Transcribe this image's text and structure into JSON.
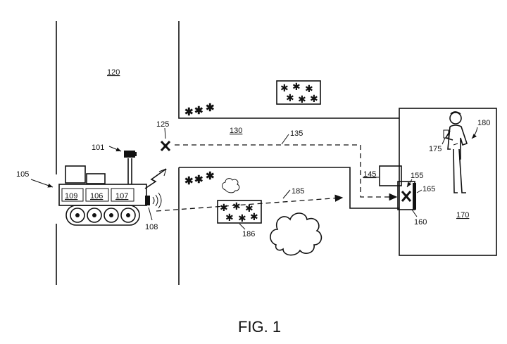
{
  "labels": {
    "vehicle": "101",
    "robot": "105",
    "module_a": "109",
    "module_b": "106",
    "module_c": "107",
    "sensor": "108",
    "region_left": "120",
    "marker_start": "125",
    "path_region": "130",
    "path": "135",
    "building_edge": "145",
    "door_target": "155",
    "door_panel": "165",
    "door_frame": "160",
    "building": "170",
    "device": "175",
    "person": "180",
    "straight_path": "185",
    "obstacle": "186"
  },
  "caption": "FIG. 1"
}
